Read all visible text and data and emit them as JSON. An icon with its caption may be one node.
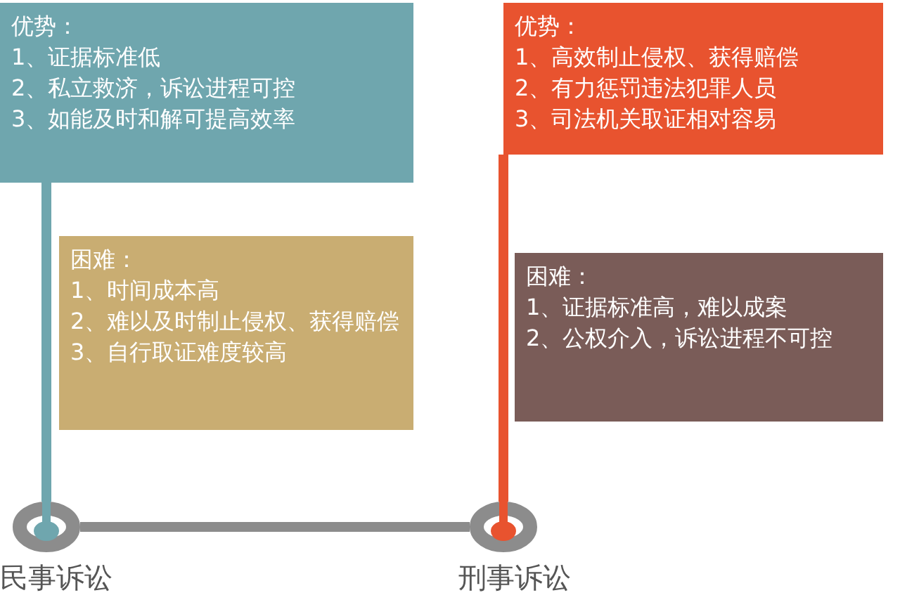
{
  "diagram": {
    "nodes": [
      {
        "text": [
          "优势：",
          "1、证据标准低",
          "2、私立救济，诉讼进程可控",
          "3、如能及时和解可提高效率"
        ]
      },
      {
        "text": [
          "困难：",
          "1、时间成本高",
          "2、难以及时制止侵权、获得赔偿",
          "3、自行取证难度较高"
        ]
      },
      {
        "text": [
          "优势：",
          "1、高效制止侵权、获得赔偿",
          "2、有力惩罚违法犯罪人员",
          "3、司法机关取证相对容易"
        ]
      },
      {
        "text": [
          "困难：",
          "1、证据标准高，难以成案",
          "2、公权介入，诉讼进程不可控"
        ]
      },
      {
        "text": [],
        "shape": "circle",
        "beside": [
          "民事诉讼"
        ]
      },
      {
        "text": [],
        "shape": "circle",
        "beside": [
          "刑事诉讼"
        ]
      }
    ],
    "edges": [
      {
        "from": 0,
        "to": 4,
        "arrow": "none",
        "color": "#6fa6ae"
      },
      {
        "from": 2,
        "to": 5,
        "arrow": "none",
        "color": "#e8532f"
      },
      {
        "from": 4,
        "to": 5,
        "arrow": "none",
        "color": "#8c8c8c"
      }
    ]
  }
}
